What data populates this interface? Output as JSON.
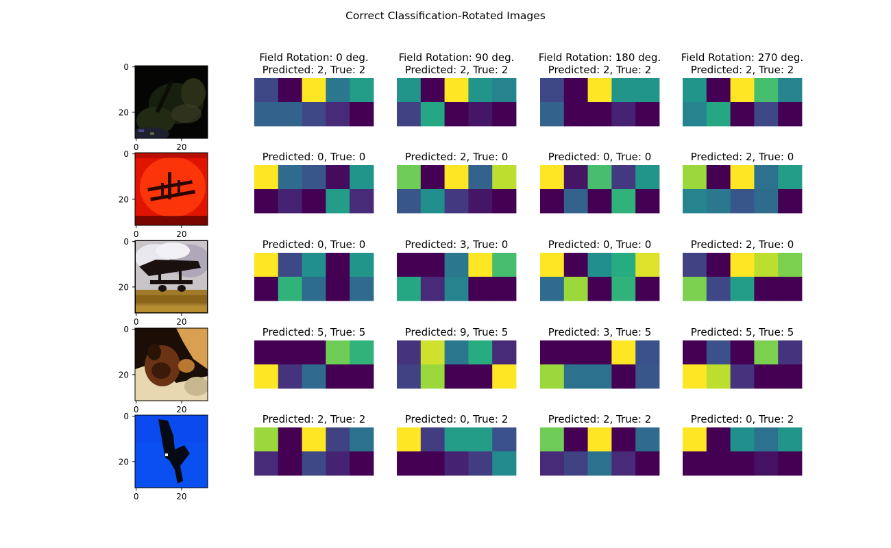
{
  "figure_title": "Correct Classification-Rotated Images",
  "chart_data": {
    "type": "heatmap",
    "title": "Correct Classification-Rotated Images",
    "column_headers": [
      "Field Rotation: 0 deg.",
      "Field Rotation: 90 deg.",
      "Field Rotation: 180 deg.",
      "Field Rotation: 270 deg."
    ],
    "image_axis": {
      "ticks": [
        0,
        20
      ],
      "range": [
        0,
        31
      ]
    },
    "colormap": "viridis",
    "rows": [
      {
        "image": "dark-scene",
        "cells": [
          {
            "label": "Predicted: 2, True: 2",
            "values": [
              [
                0.22,
                0.0,
                1.0,
                0.4,
                0.55
              ],
              [
                0.32,
                0.32,
                0.22,
                0.12,
                0.0
              ]
            ]
          },
          {
            "label": "Predicted: 2, True: 2",
            "values": [
              [
                0.52,
                0.0,
                1.0,
                0.52,
                0.45
              ],
              [
                0.2,
                0.6,
                0.0,
                0.06,
                0.0
              ]
            ]
          },
          {
            "label": "Predicted: 2, True: 2",
            "values": [
              [
                0.22,
                0.0,
                1.0,
                0.52,
                0.52
              ],
              [
                0.32,
                0.0,
                0.0,
                0.1,
                0.0
              ]
            ]
          },
          {
            "label": "Predicted: 2, True: 2",
            "values": [
              [
                0.52,
                0.0,
                1.0,
                0.7,
                0.45
              ],
              [
                0.45,
                0.6,
                0.0,
                0.22,
                0.0
              ]
            ]
          }
        ]
      },
      {
        "image": "red-biplane",
        "cells": [
          {
            "label": "Predicted: 0, True: 0",
            "values": [
              [
                1.0,
                0.35,
                0.27,
                0.03,
                0.52
              ],
              [
                0.0,
                0.1,
                0.0,
                0.55,
                0.12
              ]
            ]
          },
          {
            "label": "Predicted: 2, True: 0",
            "values": [
              [
                0.78,
                0.0,
                1.0,
                0.32,
                0.9
              ],
              [
                0.27,
                0.5,
                0.17,
                0.06,
                0.0
              ]
            ]
          },
          {
            "label": "Predicted: 0, True: 0",
            "values": [
              [
                1.0,
                0.06,
                0.7,
                0.17,
                0.52
              ],
              [
                0.0,
                0.32,
                0.0,
                0.65,
                0.0
              ]
            ]
          },
          {
            "label": "Predicted: 2, True: 0",
            "values": [
              [
                0.85,
                0.0,
                1.0,
                0.38,
                0.55
              ],
              [
                0.45,
                0.4,
                0.27,
                0.35,
                0.0
              ]
            ]
          }
        ]
      },
      {
        "image": "biplane-cloudy",
        "cells": [
          {
            "label": "Predicted: 0, True: 0",
            "values": [
              [
                1.0,
                0.22,
                0.5,
                0.0,
                0.52
              ],
              [
                0.0,
                0.65,
                0.35,
                0.0,
                0.35
              ]
            ]
          },
          {
            "label": "Predicted: 3, True: 0",
            "values": [
              [
                0.0,
                0.0,
                0.4,
                1.0,
                0.7
              ],
              [
                0.6,
                0.12,
                0.45,
                0.0,
                0.0
              ]
            ]
          },
          {
            "label": "Predicted: 0, True: 0",
            "values": [
              [
                1.0,
                0.0,
                0.5,
                0.62,
                0.95
              ],
              [
                0.35,
                0.85,
                0.0,
                0.65,
                0.0
              ]
            ]
          },
          {
            "label": "Predicted: 2, True: 0",
            "values": [
              [
                0.2,
                0.0,
                1.0,
                0.9,
                0.8
              ],
              [
                0.8,
                0.22,
                0.55,
                0.0,
                0.0
              ]
            ]
          }
        ]
      },
      {
        "image": "dog",
        "cells": [
          {
            "label": "Predicted: 5, True: 5",
            "values": [
              [
                0.0,
                0.0,
                0.0,
                0.78,
                0.65
              ],
              [
                1.0,
                0.15,
                0.35,
                0.0,
                0.0
              ]
            ]
          },
          {
            "label": "Predicted: 9, True: 5",
            "values": [
              [
                0.15,
                0.93,
                0.4,
                0.62,
                0.12
              ],
              [
                0.2,
                0.85,
                0.0,
                0.0,
                1.0
              ]
            ]
          },
          {
            "label": "Predicted: 3, True: 5",
            "values": [
              [
                0.0,
                0.0,
                0.0,
                1.0,
                0.25
              ],
              [
                0.85,
                0.38,
                0.38,
                0.0,
                0.27
              ]
            ]
          },
          {
            "label": "Predicted: 5, True: 5",
            "values": [
              [
                0.0,
                0.25,
                0.0,
                0.8,
                0.15
              ],
              [
                1.0,
                0.9,
                0.15,
                0.0,
                0.0
              ]
            ]
          }
        ]
      },
      {
        "image": "bird-blue-sky",
        "cells": [
          {
            "label": "Predicted: 2, True: 2",
            "values": [
              [
                0.85,
                0.0,
                1.0,
                0.2,
                0.38
              ],
              [
                0.12,
                0.0,
                0.22,
                0.1,
                0.0
              ]
            ]
          },
          {
            "label": "Predicted: 0, True: 2",
            "values": [
              [
                1.0,
                0.18,
                0.55,
                0.55,
                0.25
              ],
              [
                0.0,
                0.0,
                0.1,
                0.18,
                0.48
              ]
            ]
          },
          {
            "label": "Predicted: 2, True: 2",
            "values": [
              [
                0.78,
                0.0,
                1.0,
                0.0,
                0.35
              ],
              [
                0.12,
                0.2,
                0.38,
                0.12,
                0.0
              ]
            ]
          },
          {
            "label": "Predicted: 0, True: 2",
            "values": [
              [
                1.0,
                0.0,
                0.5,
                0.38,
                0.52
              ],
              [
                0.0,
                0.0,
                0.0,
                0.05,
                0.0
              ]
            ]
          }
        ]
      }
    ]
  }
}
